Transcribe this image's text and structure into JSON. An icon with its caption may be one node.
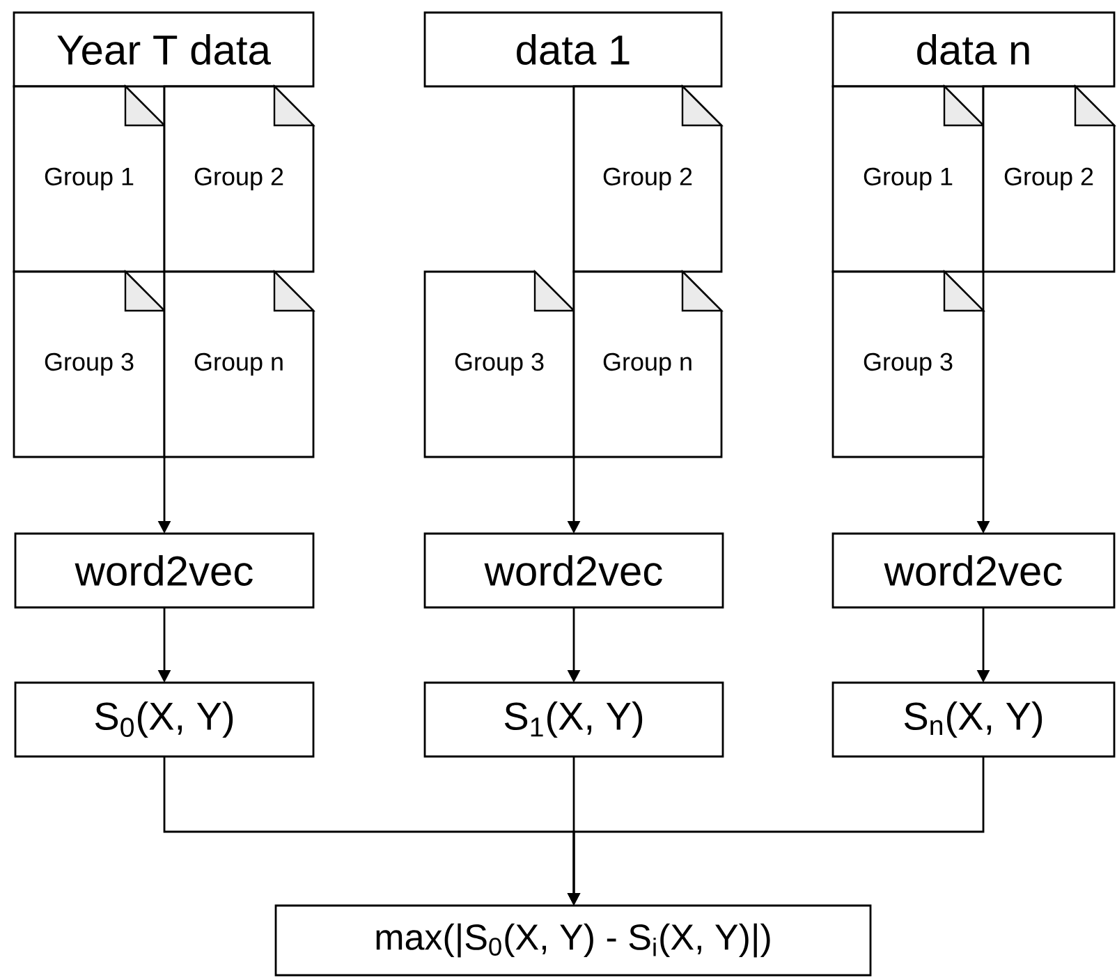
{
  "diagram": {
    "nodes": [
      {
        "text": [
          "Year T data"
        ]
      },
      {
        "text": [
          "Group 1"
        ]
      },
      {
        "text": [
          "Group 2"
        ]
      },
      {
        "text": [
          "Group 3"
        ]
      },
      {
        "text": [
          "Group n"
        ]
      },
      {
        "text": [
          "data 1"
        ]
      },
      {
        "text": [
          "Group 2"
        ]
      },
      {
        "text": [
          "Group 3"
        ]
      },
      {
        "text": [
          "Group n"
        ]
      },
      {
        "text": [
          "data n"
        ]
      },
      {
        "text": [
          "Group 1"
        ]
      },
      {
        "text": [
          "Group 2"
        ]
      },
      {
        "text": [
          "Group 3"
        ]
      },
      {
        "text": [
          "word2vec"
        ]
      },
      {
        "text": [
          "word2vec"
        ]
      },
      {
        "text": [
          "word2vec"
        ]
      },
      {
        "text": [
          "S$_{0}$(X, Y)"
        ]
      },
      {
        "text": [
          "S$_{1}$(X, Y)"
        ]
      },
      {
        "text": [
          "S$_{n}$(X, Y)"
        ]
      },
      {
        "text": [
          "max(|S$_{0}$(X, Y) - S$_{i}$(X, Y)|)"
        ]
      }
    ],
    "edges": [
      {
        "from": 0,
        "to": 13,
        "arrow": "to"
      },
      {
        "from": 5,
        "to": 14,
        "arrow": "to"
      },
      {
        "from": 9,
        "to": 15,
        "arrow": "to"
      },
      {
        "from": 13,
        "to": 16,
        "arrow": "to"
      },
      {
        "from": 14,
        "to": 17,
        "arrow": "to"
      },
      {
        "from": 15,
        "to": 18,
        "arrow": "to"
      },
      {
        "from": 16,
        "to": 19,
        "arrow": "to"
      },
      {
        "from": 17,
        "to": 19,
        "arrow": "to"
      },
      {
        "from": 18,
        "to": 19,
        "arrow": "to"
      }
    ]
  }
}
